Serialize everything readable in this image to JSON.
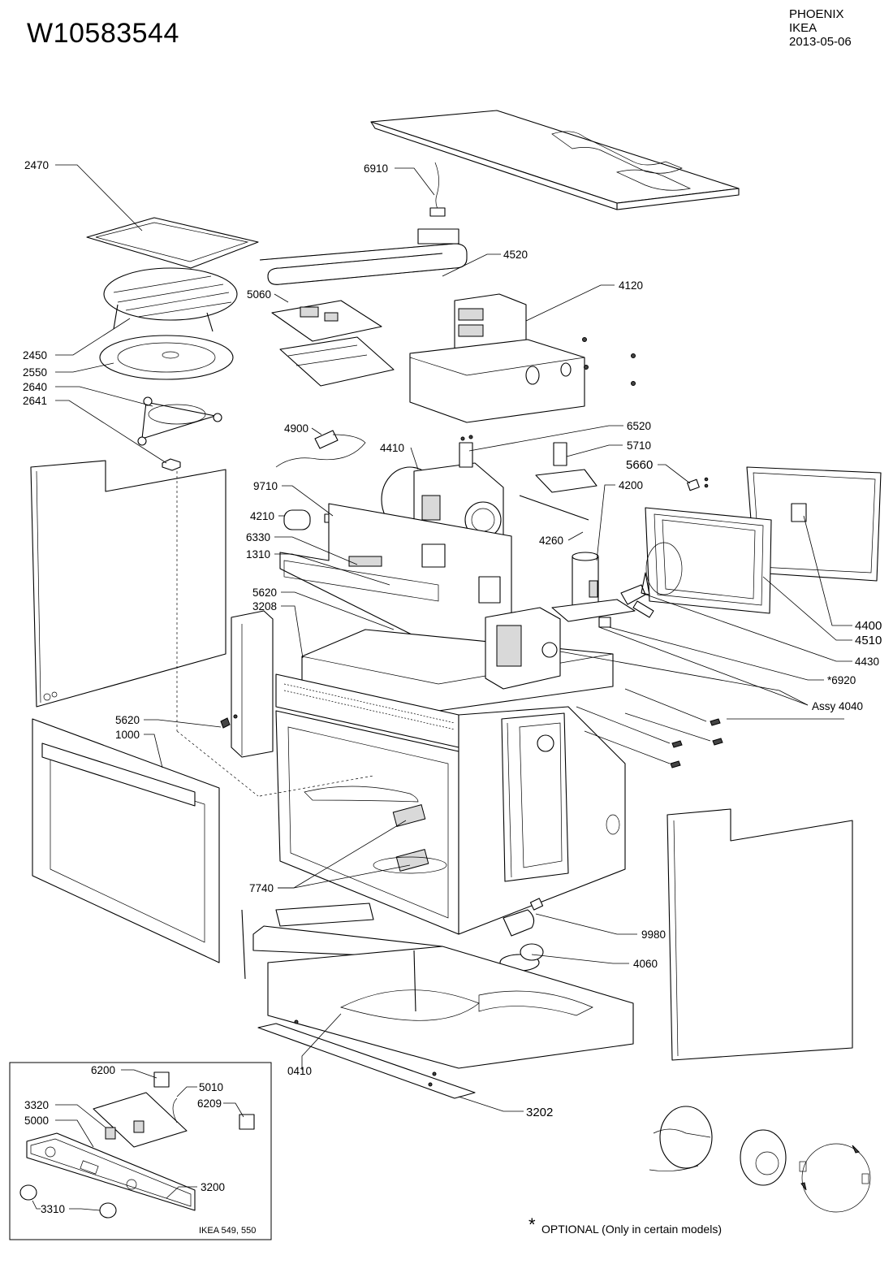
{
  "header": {
    "model": "W10583544",
    "lines": [
      "PHOENIX",
      "IKEA",
      "2013-05-06"
    ]
  },
  "callouts": [
    {
      "id": "2470",
      "label": "2470"
    },
    {
      "id": "6910",
      "label": "6910"
    },
    {
      "id": "4520",
      "label": "4520"
    },
    {
      "id": "4120",
      "label": "4120"
    },
    {
      "id": "5060",
      "label": "5060"
    },
    {
      "id": "2450",
      "label": "2450"
    },
    {
      "id": "2550",
      "label": "2550"
    },
    {
      "id": "2640",
      "label": "2640"
    },
    {
      "id": "2641",
      "label": "2641"
    },
    {
      "id": "6520",
      "label": "6520"
    },
    {
      "id": "4900",
      "label": "4900"
    },
    {
      "id": "4410",
      "label": "4410"
    },
    {
      "id": "5710",
      "label": "5710"
    },
    {
      "id": "5660",
      "label": "5660"
    },
    {
      "id": "4200",
      "label": "4200"
    },
    {
      "id": "9710",
      "label": "9710"
    },
    {
      "id": "4210",
      "label": "4210"
    },
    {
      "id": "4260",
      "label": "4260"
    },
    {
      "id": "6330",
      "label": "6330"
    },
    {
      "id": "1310",
      "label": "1310"
    },
    {
      "id": "5620a",
      "label": "5620"
    },
    {
      "id": "3208",
      "label": "3208"
    },
    {
      "id": "4400",
      "label": "4400"
    },
    {
      "id": "4510",
      "label": "4510"
    },
    {
      "id": "4430",
      "label": "4430"
    },
    {
      "id": "6920",
      "label": "*6920"
    },
    {
      "id": "assy4040",
      "label": "Assy 4040"
    },
    {
      "id": "5620b",
      "label": "5620"
    },
    {
      "id": "1000",
      "label": "1000"
    },
    {
      "id": "7740",
      "label": "7740"
    },
    {
      "id": "9980",
      "label": "9980"
    },
    {
      "id": "4060",
      "label": "4060"
    },
    {
      "id": "0410",
      "label": "0410"
    },
    {
      "id": "3202",
      "label": "3202"
    },
    {
      "id": "6200",
      "label": "6200"
    },
    {
      "id": "5010",
      "label": "5010"
    },
    {
      "id": "6209",
      "label": "6209"
    },
    {
      "id": "3320",
      "label": "3320"
    },
    {
      "id": "5000",
      "label": "5000"
    },
    {
      "id": "3200",
      "label": "3200"
    },
    {
      "id": "3310",
      "label": "3310"
    }
  ],
  "inset": {
    "note": "IKEA 549, 550"
  },
  "footnote": {
    "star": "*",
    "text": "OPTIONAL (Only in certain models)"
  }
}
